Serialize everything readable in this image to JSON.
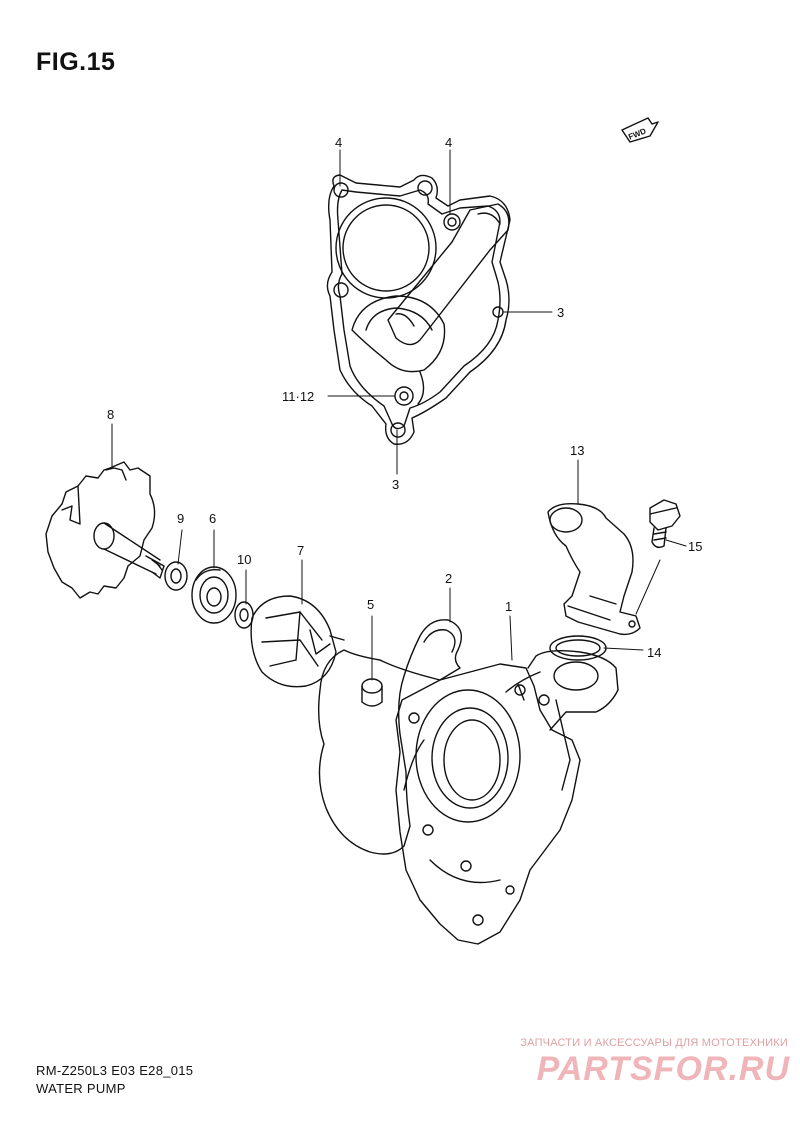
{
  "figure": {
    "title": "FIG.15",
    "direction_badge": "FWD",
    "model_code": "RM-Z250L3 E03 E28_015",
    "section_name": "WATER PUMP"
  },
  "callouts": [
    {
      "id": "c4a",
      "label": "4"
    },
    {
      "id": "c4b",
      "label": "4"
    },
    {
      "id": "c3a",
      "label": "3"
    },
    {
      "id": "c1112",
      "label": "11·12"
    },
    {
      "id": "c3b",
      "label": "3"
    },
    {
      "id": "c8",
      "label": "8"
    },
    {
      "id": "c9",
      "label": "9"
    },
    {
      "id": "c6",
      "label": "6"
    },
    {
      "id": "c10",
      "label": "10"
    },
    {
      "id": "c7",
      "label": "7"
    },
    {
      "id": "c5",
      "label": "5"
    },
    {
      "id": "c2",
      "label": "2"
    },
    {
      "id": "c1",
      "label": "1"
    },
    {
      "id": "c13",
      "label": "13"
    },
    {
      "id": "c15",
      "label": "15"
    },
    {
      "id": "c14",
      "label": "14"
    }
  ],
  "watermark": {
    "tagline": "ЗАПЧАСТИ И АКСЕССУАРЫ ДЛЯ МОТОТЕХНИКИ",
    "brand": "PARTSFOR.RU",
    "color": "#efb5b8"
  }
}
